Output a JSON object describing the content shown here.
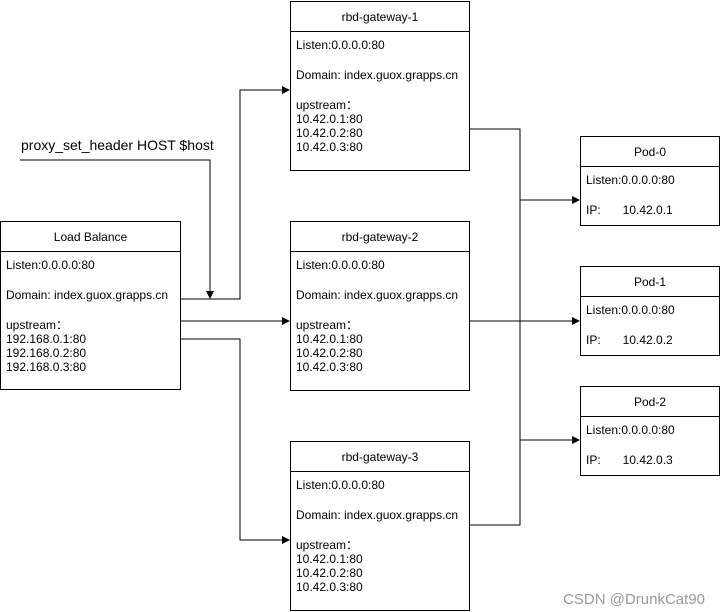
{
  "annotation": "proxy_set_header HOST $host",
  "watermark": "CSDN @DrunkCat90",
  "load_balance": {
    "title": "Load Balance",
    "listen": "Listen:0.0.0.0:80",
    "domain": "Domain: index.guox.grapps.cn",
    "upstream_label": "upstream：",
    "upstream": [
      "192.168.0.1:80",
      "192.168.0.2:80",
      "192.168.0.3:80"
    ]
  },
  "gateways": [
    {
      "title": "rbd-gateway-1",
      "listen": "Listen:0.0.0.0:80",
      "domain": "Domain: index.guox.grapps.cn",
      "upstream_label": "upstream：",
      "upstream": [
        "10.42.0.1:80",
        "10.42.0.2:80",
        "10.42.0.3:80"
      ]
    },
    {
      "title": "rbd-gateway-2",
      "listen": "Listen:0.0.0.0:80",
      "domain": "Domain: index.guox.grapps.cn",
      "upstream_label": "upstream：",
      "upstream": [
        "10.42.0.1:80",
        "10.42.0.2:80",
        "10.42.0.3:80"
      ]
    },
    {
      "title": "rbd-gateway-3",
      "listen": "Listen:0.0.0.0:80",
      "domain": "Domain: index.guox.grapps.cn",
      "upstream_label": "upstream：",
      "upstream": [
        "10.42.0.1:80",
        "10.42.0.2:80",
        "10.42.0.3:80"
      ]
    }
  ],
  "pods": [
    {
      "title": "Pod-0",
      "listen": "Listen:0.0.0.0:80",
      "ip_label": "IP:",
      "ip": "10.42.0.1"
    },
    {
      "title": "Pod-1",
      "listen": "Listen:0.0.0.0:80",
      "ip_label": "IP:",
      "ip": "10.42.0.2"
    },
    {
      "title": "Pod-2",
      "listen": "Listen:0.0.0.0:80",
      "ip_label": "IP:",
      "ip": "10.42.0.3"
    }
  ]
}
